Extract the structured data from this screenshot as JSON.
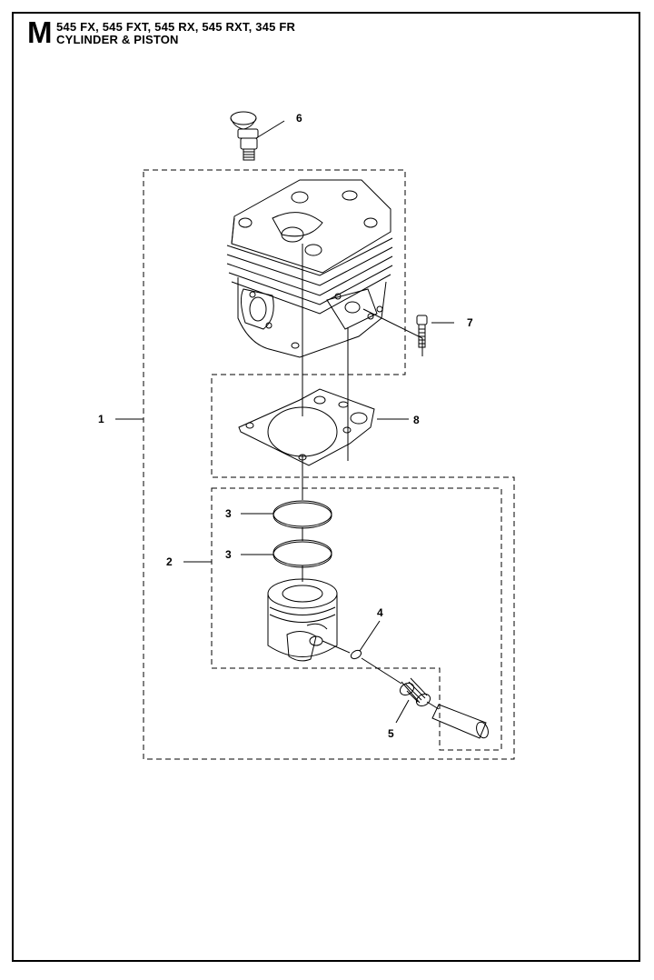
{
  "header": {
    "section_letter": "M",
    "models": "545 FX, 545 FXT, 545 RX, 545 RXT, 345 FR",
    "section_title": "CYLINDER & PISTON"
  },
  "callouts": {
    "c1": "1",
    "c2": "2",
    "c3a": "3",
    "c3b": "3",
    "c4": "4",
    "c5": "5",
    "c6": "6",
    "c7": "7",
    "c8": "8"
  },
  "colors": {
    "line": "#000000",
    "background": "#ffffff"
  }
}
